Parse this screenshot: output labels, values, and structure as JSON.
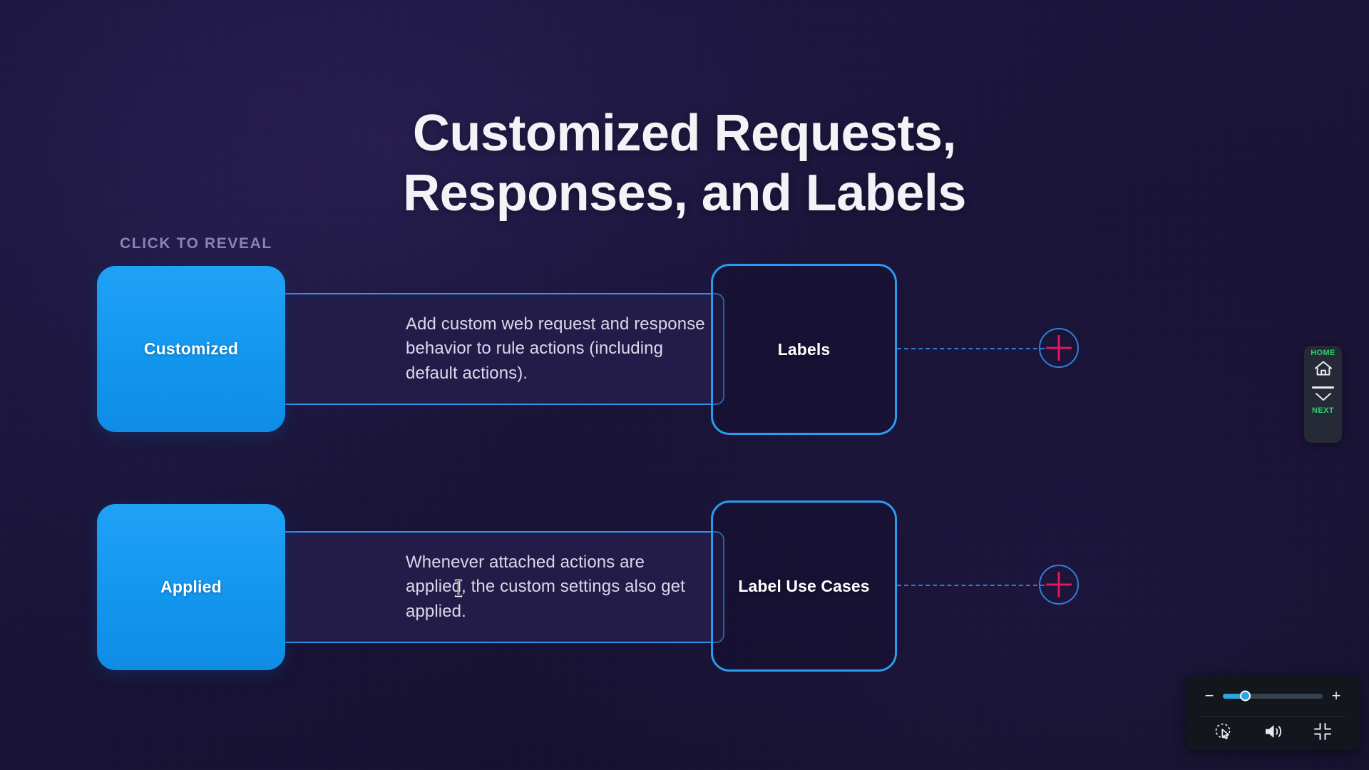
{
  "page": {
    "title_lines": [
      "Customized Requests,",
      "Responses, and Labels"
    ],
    "hint_label": "CLICK TO REVEAL"
  },
  "colors": {
    "background": "#1a1439",
    "card_blue": "#1396ee",
    "panel_fill": "#241c48",
    "panel_border": "#2f93e8",
    "locked_border": "#2b9bf0",
    "plus_pink": "#e3165e",
    "dash_blue": "#2a7fd4",
    "hint_purple": "#8a82b8",
    "nav_green": "#2fd06d",
    "slider_blue": "#2aa6e0",
    "text_primary": "#f2f2f7",
    "text_body": "#d9d8ec"
  },
  "revealed_cards": [
    {
      "label": "Customized",
      "description": "Add custom web request and response behavior to rule actions (including default actions)."
    },
    {
      "label": "Applied",
      "description": "Whenever attached actions are applied, the custom settings also get applied."
    }
  ],
  "locked_cards": [
    {
      "label": "Labels",
      "reveal_icon": "plus-circle-icon"
    },
    {
      "label": "Label Use Cases",
      "reveal_icon": "plus-circle-icon"
    }
  ],
  "side_nav": {
    "home_label": "HOME",
    "home_icon": "home-icon",
    "next_label": "NEXT",
    "next_icon": "chevron-down-icon"
  },
  "control_bar": {
    "zoom_out_label": "−",
    "zoom_in_label": "+",
    "zoom_percent": 22,
    "icons": [
      {
        "name": "cursor-hotspot-icon"
      },
      {
        "name": "volume-icon"
      },
      {
        "name": "exit-fullscreen-icon"
      }
    ]
  },
  "cursor": {
    "type": "text-ibeam-cursor"
  }
}
